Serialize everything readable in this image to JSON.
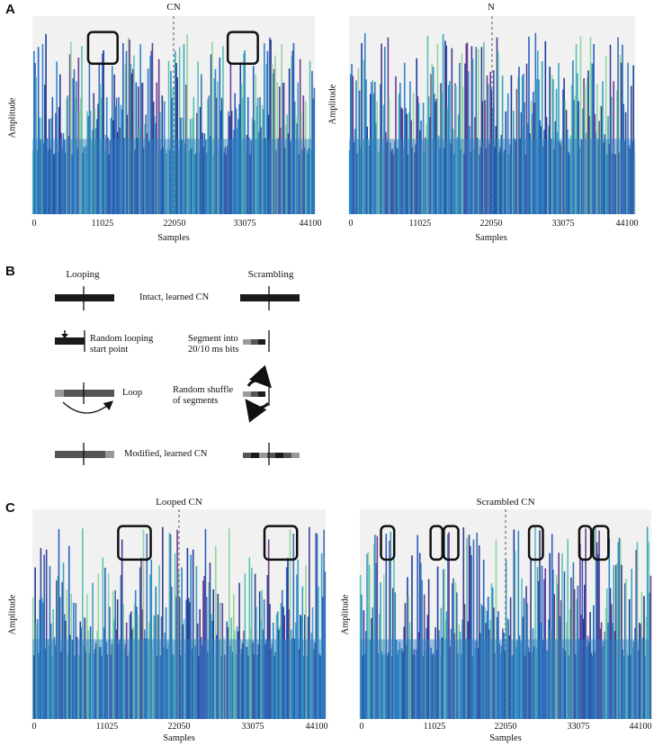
{
  "panel_letters": [
    "A",
    "B",
    "C"
  ],
  "chart_data": [
    {
      "type": "bar",
      "id": "cn",
      "title": "CN",
      "xlabel": "Samples",
      "ylabel": "Amplitude",
      "x_ticks": [
        "0",
        "11025",
        "22050",
        "33075",
        "44100"
      ],
      "xlim": [
        0,
        44100
      ],
      "grid": false,
      "repeating_pattern": true,
      "divider_at": 22050,
      "highlight_regions": [
        [
          8700,
          13300
        ],
        [
          30500,
          35200
        ]
      ]
    },
    {
      "type": "bar",
      "id": "n",
      "title": "N",
      "xlabel": "Samples",
      "ylabel": "Amplitude",
      "x_ticks": [
        "0",
        "11025",
        "22050",
        "33075",
        "44100"
      ],
      "xlim": [
        0,
        44100
      ],
      "grid": false,
      "repeating_pattern": false,
      "divider_at": 22050,
      "highlight_regions": []
    },
    {
      "type": "bar",
      "id": "looped",
      "title": "Looped CN",
      "xlabel": "Samples",
      "ylabel": "Amplitude",
      "x_ticks": [
        "0",
        "11025",
        "22050",
        "33075",
        "44100"
      ],
      "xlim": [
        0,
        44100
      ],
      "grid": false,
      "repeating_pattern": true,
      "divider_at": 22050,
      "highlight_regions": [
        [
          12900,
          17800
        ],
        [
          34900,
          39800
        ]
      ]
    },
    {
      "type": "bar",
      "id": "scrambled",
      "title": "Scrambled CN",
      "xlabel": "Samples",
      "ylabel": "Amplitude",
      "x_ticks": [
        "0",
        "11025",
        "22050",
        "33075",
        "44100"
      ],
      "xlim": [
        0,
        44100
      ],
      "grid": false,
      "repeating_pattern": false,
      "divider_at": 22050,
      "highlight_regions": [
        [
          3200,
          5200
        ],
        [
          10700,
          12500
        ],
        [
          12700,
          14900
        ],
        [
          25600,
          27700
        ],
        [
          33200,
          35000
        ],
        [
          35300,
          37600
        ]
      ]
    }
  ],
  "diagram": {
    "looping_head": "Looping",
    "scrambling_head": "Scrambling",
    "rows": [
      {
        "text": "Intact, learned CN"
      },
      {
        "left_text": "Random looping\nstart point",
        "right_text": "Segment into\n20/10 ms bits"
      },
      {
        "left_text": "Loop",
        "right_text": "Random shuffle\nof segments"
      },
      {
        "text": "Modified, learned CN"
      }
    ]
  },
  "colors": {
    "plot_bg": "#f1f1f1",
    "spectrum": [
      "#2a5fc4",
      "#2f86c9",
      "#3aa3c2",
      "#5cc0b2",
      "#92d4a0",
      "#3c3f8e",
      "#6a3d8f",
      "#1f3c9a",
      "#3c70b8"
    ],
    "segment_dark": "#1a1a1a",
    "segment_mid": "#555555",
    "segment_light": "#9a9a9a"
  }
}
